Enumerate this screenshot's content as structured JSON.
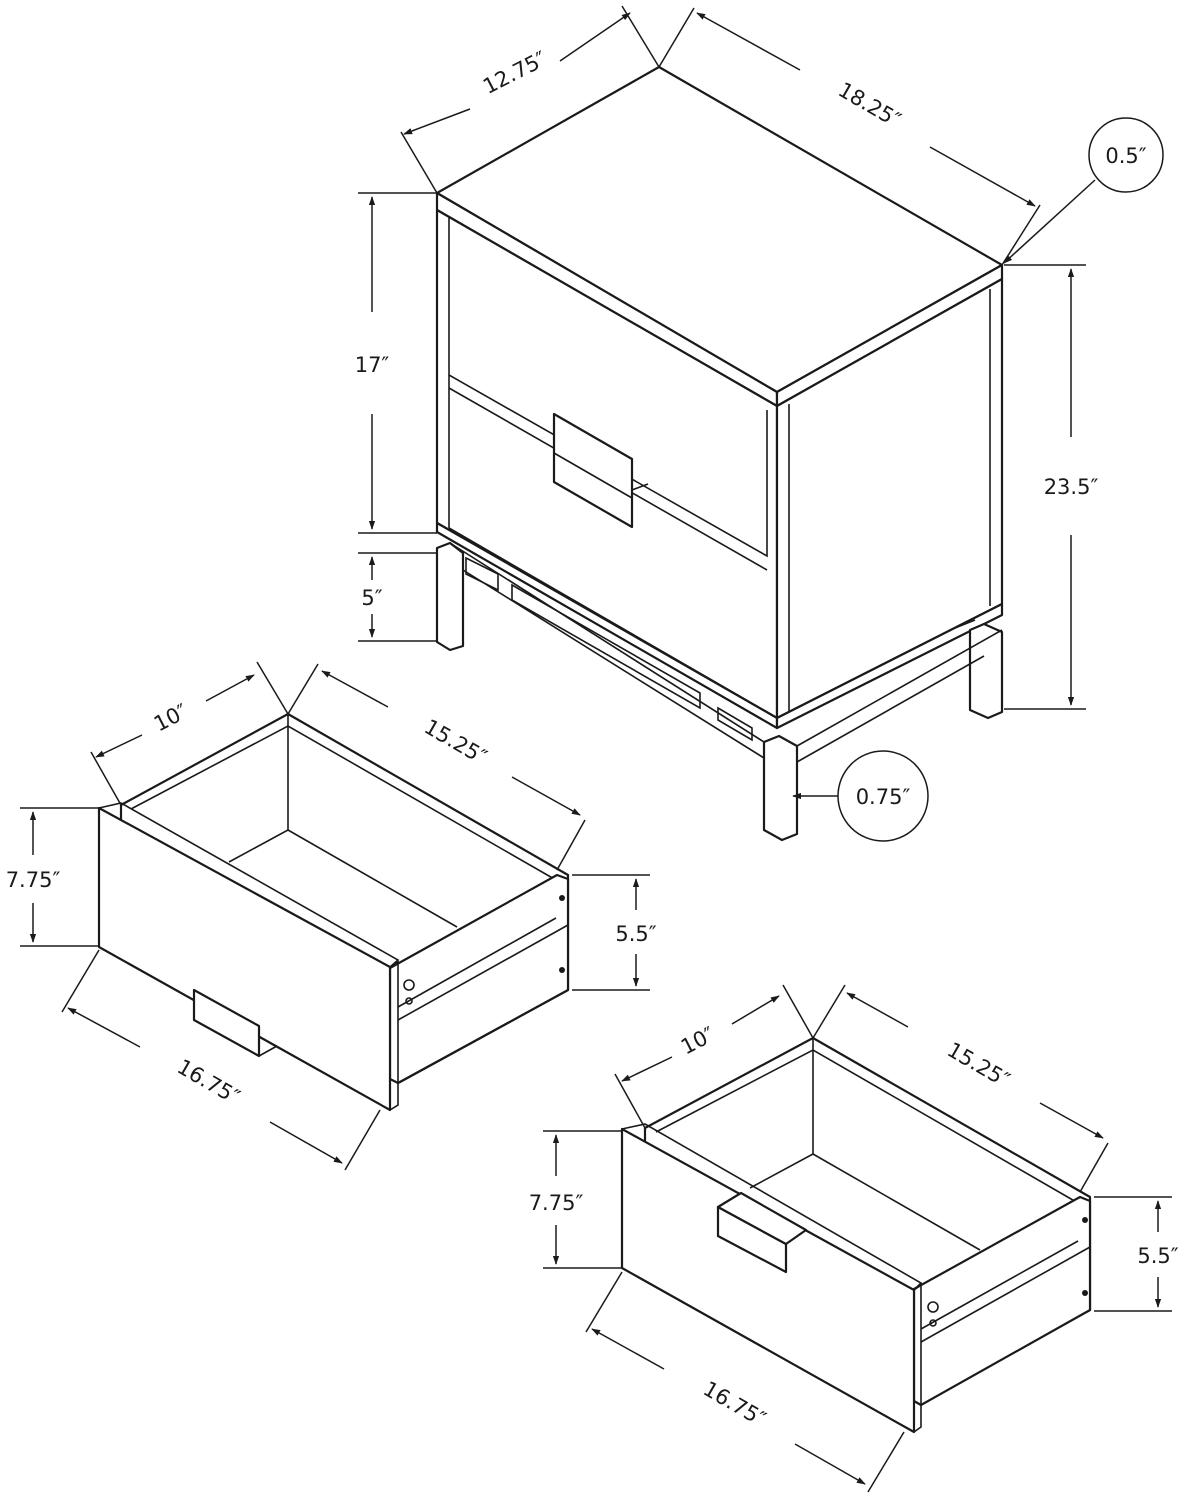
{
  "nightstand": {
    "top_depth": "12.75″",
    "top_width": "18.25″",
    "top_thickness": "0.5″",
    "cabinet_height": "17″",
    "base_height": "5″",
    "overall_height": "23.5″",
    "leg_thickness": "0.75″"
  },
  "drawer_top": {
    "depth": "10″",
    "length": "15.25″",
    "front_height": "7.75″",
    "side_height": "5.5″",
    "front_width": "16.75″"
  },
  "drawer_bottom": {
    "depth": "10″",
    "length": "15.25″",
    "front_height": "7.75″",
    "side_height": "5.5″",
    "front_width": "16.75″"
  },
  "colors": {
    "line": "#1a1a1a",
    "background": "#ffffff"
  }
}
